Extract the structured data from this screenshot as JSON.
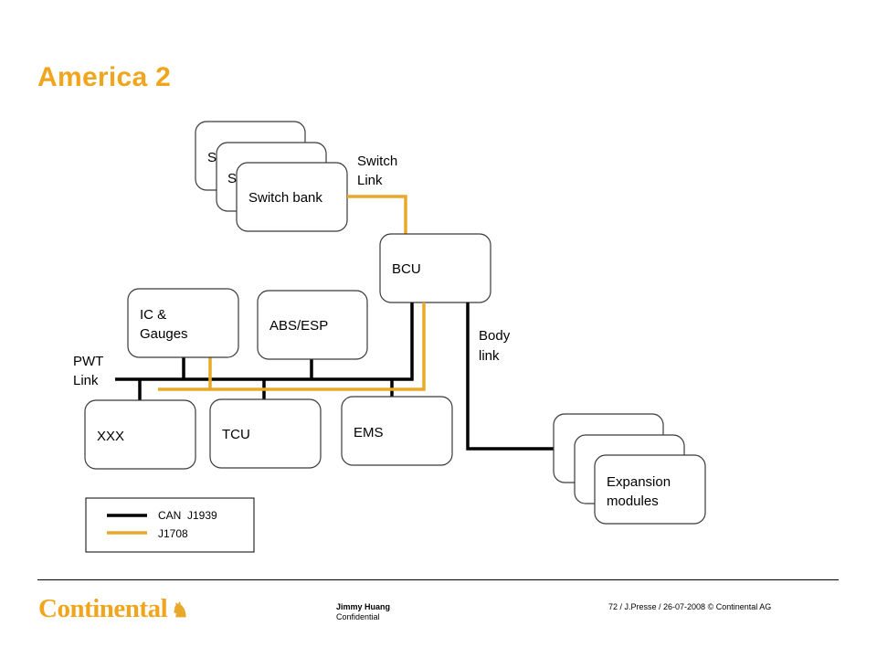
{
  "slide": {
    "title": "America 2"
  },
  "diagram": {
    "nodes": {
      "switch_bank_back2": "S",
      "switch_bank_back1": "S",
      "switch_bank": "Switch bank",
      "bcu": "BCU",
      "ic_gauges_line1": "IC &",
      "ic_gauges_line2": "Gauges",
      "abs_esp": "ABS/ESP",
      "xxx": "XXX",
      "tcu": "TCU",
      "ems": "EMS",
      "expansion_line1": "Expansion",
      "expansion_line2": "modules"
    },
    "link_labels": {
      "switch_link_line1": "Switch",
      "switch_link_line2": "Link",
      "pwt_link_line1": "PWT",
      "pwt_link_line2": "Link",
      "body_link_line1": "Body",
      "body_link_line2": "link"
    },
    "legend": {
      "items": [
        {
          "label": "CAN  J1939",
          "color": "#000000"
        },
        {
          "label": "J1708",
          "color": "#e8a92a"
        }
      ]
    }
  },
  "footer": {
    "logo_text": "Continental",
    "author_name": "Jimmy Huang",
    "classification": "Confidential",
    "page_info": "72 / J.Presse / 26-07-2008 © Continental AG"
  }
}
